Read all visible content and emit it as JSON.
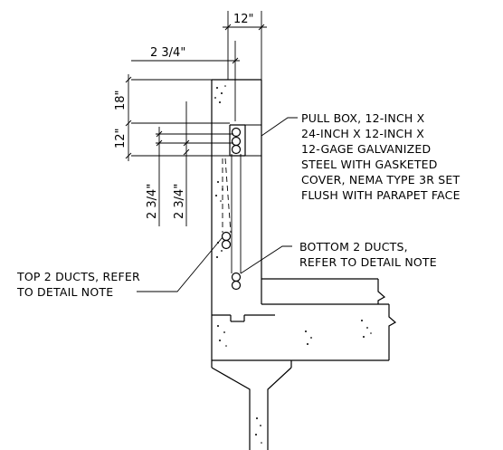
{
  "dimensions": {
    "top_width": "12\"",
    "offset_top": "2 3/4\"",
    "box_upper": "18\"",
    "box_height": "12\"",
    "spacing_a": "2 3/4\"",
    "spacing_b": "2 3/4\""
  },
  "callouts": {
    "pull_box": [
      "PULL BOX, 12-INCH X",
      "24-INCH X 12-INCH X",
      "12-GAGE GALVANIZED",
      "STEEL WITH GASKETED",
      "COVER, NEMA TYPE 3R SET",
      "FLUSH WITH PARAPET FACE"
    ],
    "bottom_ducts": [
      "BOTTOM 2 DUCTS,",
      "REFER TO DETAIL NOTE"
    ],
    "top_ducts": [
      "TOP 2 DUCTS, REFER",
      "TO DETAIL NOTE"
    ]
  }
}
